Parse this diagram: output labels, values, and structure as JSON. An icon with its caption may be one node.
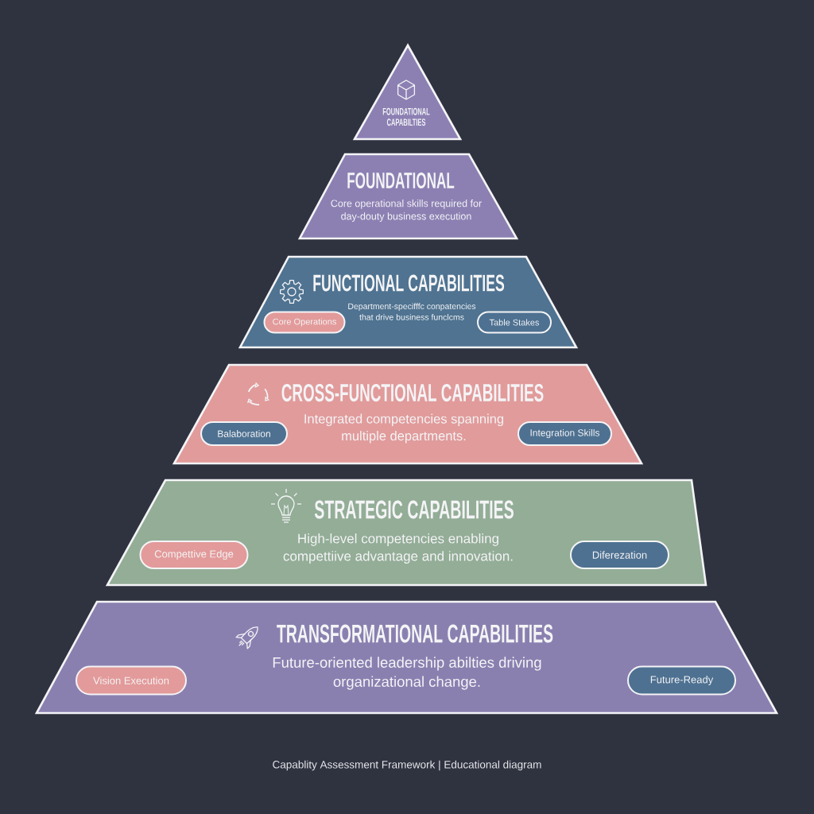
{
  "diagram": {
    "caption": "Capablity Assessment Framework | Educational diagram",
    "nodes": [
      {
        "text": [
          "FOUNDATIONAL CAPABILTIES"
        ]
      },
      {
        "text": [
          "FOUNDATIONAL",
          "Core operational skills required for day-douty business execution"
        ]
      },
      {
        "text": [
          "FUNCTIONAL CAPABILITIES",
          "Department-specifffc conpatencies that drive business funclcms"
        ]
      },
      {
        "text": [
          "Core Operations"
        ],
        "in": 2
      },
      {
        "text": [
          "Table Stakes"
        ],
        "in": 2
      },
      {
        "text": [
          "CROSS-FUNCTIONAL CAPABILITIES",
          "Integrated competencies spanning multiple departments."
        ]
      },
      {
        "text": [
          "Balaboration"
        ],
        "in": 5
      },
      {
        "text": [
          "Integration Skills"
        ],
        "in": 5
      },
      {
        "text": [
          "STRATEGIC CAPABILITIES",
          "High-level competencies enabling compettiive advantage and innovation."
        ]
      },
      {
        "text": [
          "Compettive Edge"
        ],
        "in": 8
      },
      {
        "text": [
          "Diferezation"
        ],
        "in": 8
      },
      {
        "text": [
          "TRANSFORMATIONAL CAPABILITIES",
          "Future-oriented leadership abilties driving organizational change."
        ]
      },
      {
        "text": [
          "Vision Execution"
        ],
        "in": 11
      },
      {
        "text": [
          "Future-Ready"
        ],
        "in": 11
      }
    ]
  }
}
